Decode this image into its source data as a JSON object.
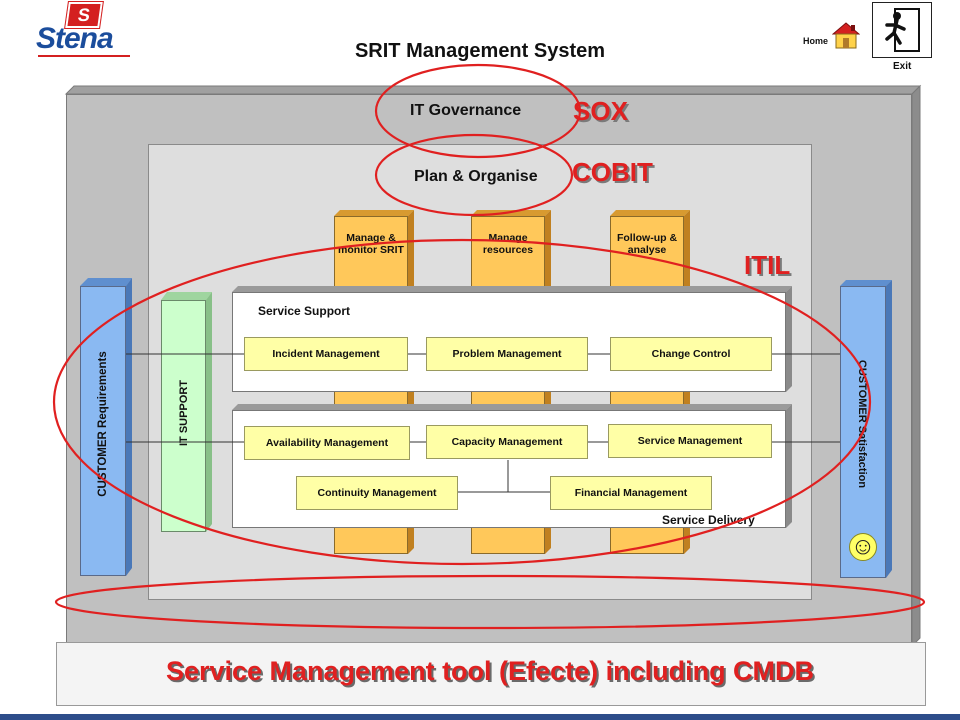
{
  "header": {
    "logo_text": "Stena",
    "logo_flag": "S",
    "title": "SRIT Management System",
    "home_label": "Home",
    "exit_label": "Exit"
  },
  "frameworks": {
    "sox": "SOX",
    "cobit": "COBIT",
    "itil": "ITIL"
  },
  "governance": {
    "it_governance": "IT Governance",
    "plan_organise": "Plan & Organise"
  },
  "columns": [
    {
      "label": "Manage & monitor SRIT"
    },
    {
      "label": "Manage resources"
    },
    {
      "label": "Follow-up & analyse"
    }
  ],
  "service_support": {
    "title": "Service Support",
    "processes": [
      "Incident Management",
      "Problem Management",
      "Change Control"
    ]
  },
  "service_delivery": {
    "title": "Service Delivery",
    "processes": [
      "Availability Management",
      "Capacity Management",
      "Service Management",
      "Continuity Management",
      "Financial Management"
    ]
  },
  "sides": {
    "customer_requirements": "CUSTOMER Requirements",
    "it_support": "IT SUPPORT",
    "customer_satisfaction": "CUSTOMER Satisfaction",
    "smiley": "☺"
  },
  "footer": {
    "tool": "Service Management tool (Efecte) including CMDB"
  },
  "colors": {
    "accent_red": "#e02020",
    "column_orange": "#ffc85a",
    "process_yellow": "#ffffa6",
    "side_blue": "#8ab9f2",
    "it_support_green": "#ccffcc",
    "brand_blue": "#1b4d9c"
  }
}
